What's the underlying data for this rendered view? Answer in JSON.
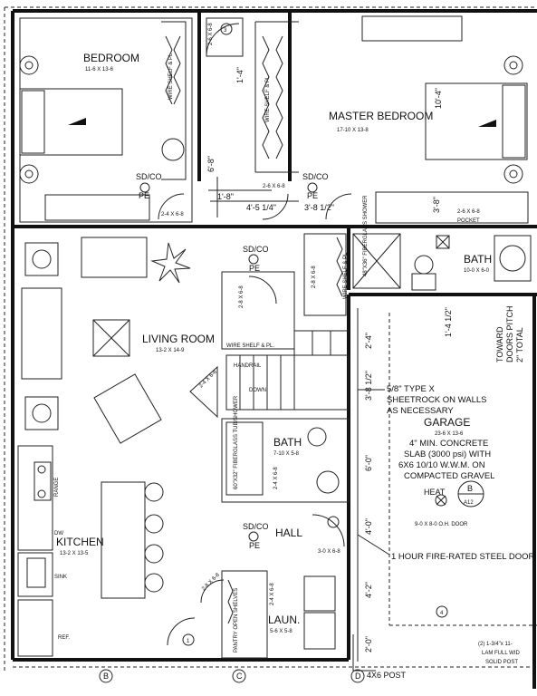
{
  "rooms": {
    "bedroom": {
      "name": "BEDROOM",
      "size": "11-6 X 13-6"
    },
    "master_bedroom": {
      "name": "MASTER BEDROOM",
      "size": "17-10 X 13-8"
    },
    "living_room": {
      "name": "LIVING ROOM",
      "size": "13-2 X 14-9"
    },
    "kitchen": {
      "name": "KITCHEN",
      "size": "13-2 X 13-5"
    },
    "bath_master": {
      "name": "BATH",
      "size": "10-0 X 6-0"
    },
    "bath_hall": {
      "name": "BATH",
      "size": "7-10 X 5-8"
    },
    "hall": {
      "name": "HALL"
    },
    "laundry": {
      "name": "LAUN.",
      "size": "5-6 X 5-8"
    },
    "garage": {
      "name": "GARAGE",
      "size": "23-6 X 13-6"
    }
  },
  "labels": {
    "wire_shelf_1": "WIRE SHELF & PL",
    "wire_shelf_2": "WIRE SHELF & PL.",
    "wire_shelf_3": "WIRE SHELF & PL",
    "wire_shelf_4": "WIRE SHELF & PL.",
    "sd_co": "SD/CO",
    "pe": "PE",
    "door_1": "2-6 X 6-8",
    "door_2": "2-8 X 6-8",
    "door_3": "2-4 X 6-8",
    "door_4": "3-0 X 6-8",
    "pocket": "POCKET",
    "pocket_door": "2-6 X 6-8",
    "shower": "48\"X36\" FIBERGLASS SHOWER",
    "tub": "60\"X32\" FIBERGLASS TUB/SHOWER",
    "handrail": "HANDRAIL",
    "down": "DOWN",
    "range": "RANGE",
    "dw": "DW",
    "sink": "SINK",
    "ref": "REF.",
    "pantry": "PANTRY OPEN SHELVES",
    "garage_door": "9-0 X 8-0 O.H. DOOR",
    "fire_door": "1 HOUR FIRE-RATED STEEL DOOR",
    "heat": "HEAT",
    "post": "4X6 POST",
    "lam_note": "(2) 1-3/4\"x 11-",
    "lam_note_2": "LAM FULL WID",
    "lam_note_3": "SOLID POST",
    "slope_1": "TOWARD",
    "slope_2": "DOORS PITCH",
    "slope_3": "2\" TOTAL",
    "marker_letter": "B",
    "marker_number": "A12",
    "grid_b": "B",
    "grid_c": "C",
    "grid_d": "D",
    "circle_1": "1",
    "circle_3": "3",
    "circle_4": "4"
  },
  "notes": {
    "sheetrock": [
      "5/8\" TYPE X",
      "SHEETROCK ON WALLS",
      "AS NECESSARY"
    ],
    "slab": [
      "4\" MIN. CONCRETE",
      "SLAB (3000 psi) WITH",
      "6X6 10/10 W.W.M. ON",
      "COMPACTED GRAVEL"
    ]
  },
  "dimensions": {
    "d_1_4": "1'-4\"",
    "d_10_4": "10'-4\"",
    "d_6_8": "6'-8\"",
    "d_1_8": "1'-8\"",
    "d_4_5_14": "4'-5 1/4\"",
    "d_3_8_12": "3'-8 1/2\"",
    "d_3_8": "3'-8\"",
    "d_2_4": "2'-4\"",
    "d_3_8_12b": "3'-8 1/2\"",
    "d_6_0": "6'-0\"",
    "d_4_0": "4'-0\"",
    "d_4_2": "4'-2\"",
    "d_2_0": "2'-0\"",
    "d_1_4_12": "1'-4 1/2\""
  }
}
